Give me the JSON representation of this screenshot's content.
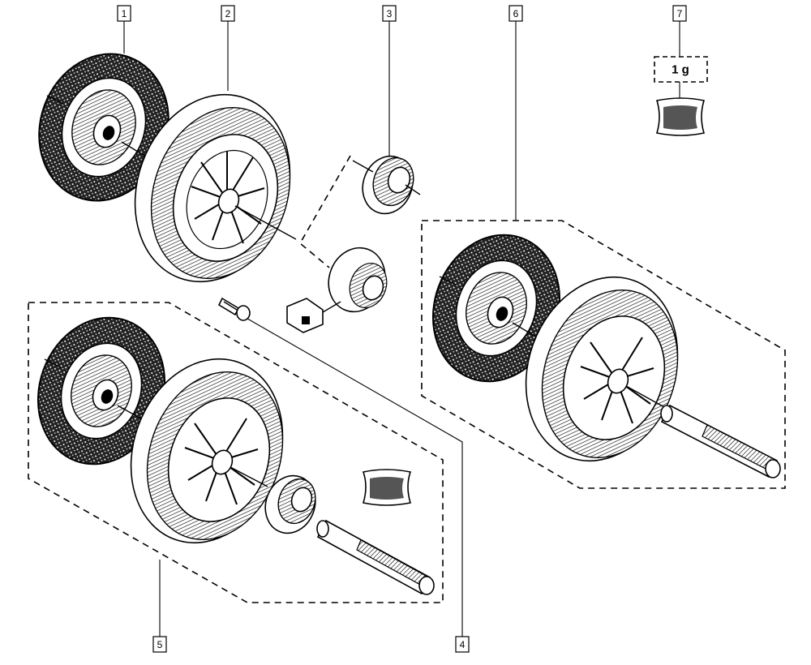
{
  "diagram": {
    "callouts": [
      {
        "id": "1",
        "label": "1"
      },
      {
        "id": "2",
        "label": "2"
      },
      {
        "id": "3",
        "label": "3"
      },
      {
        "id": "4",
        "label": "4"
      },
      {
        "id": "5",
        "label": "5"
      },
      {
        "id": "6",
        "label": "6"
      },
      {
        "id": "7",
        "label": "7"
      }
    ],
    "grease_quantity": "1 g"
  }
}
